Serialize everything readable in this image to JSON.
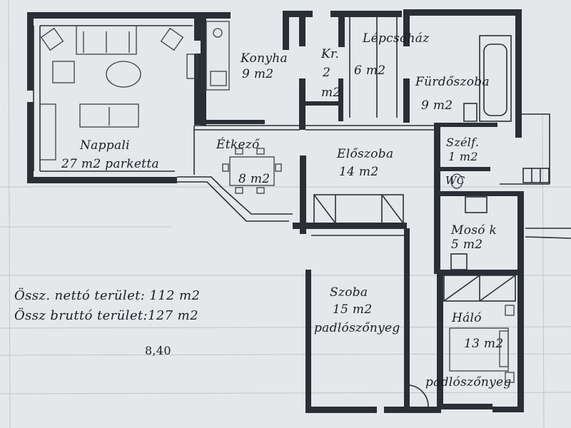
{
  "rooms": {
    "nappali": {
      "name": "Nappali",
      "area": "27 m2 parketta"
    },
    "konyha": {
      "name": "Konyha",
      "area": "9 m2"
    },
    "kamra": {
      "name": "Kr.",
      "area": "2",
      "unit": "m2"
    },
    "lepcsohaz": {
      "name": "Lépcsőház",
      "area": "6 m2"
    },
    "furdoszoba": {
      "name": "Fürdőszoba",
      "area": "9 m2"
    },
    "etkezo": {
      "name": "Étkező",
      "area": "8 m2"
    },
    "eloszoba": {
      "name": "Előszoba",
      "area": "14 m2"
    },
    "szelf": {
      "name": "Szélf.",
      "area": "1 m2"
    },
    "wc": {
      "name": "WC"
    },
    "moso": {
      "name": "Mosó k",
      "area": "5 m2"
    },
    "szoba": {
      "name": "Szoba",
      "area": "15 m2",
      "floor": "padlószőnyeg"
    },
    "halo": {
      "name": "Háló",
      "area": "13 m2",
      "floor": "padlószőnyeg"
    }
  },
  "summary": {
    "net": "Össz. nettó terület: 112 m2",
    "gross": "Össz bruttó terület:127 m2"
  },
  "dimension": "8,40"
}
